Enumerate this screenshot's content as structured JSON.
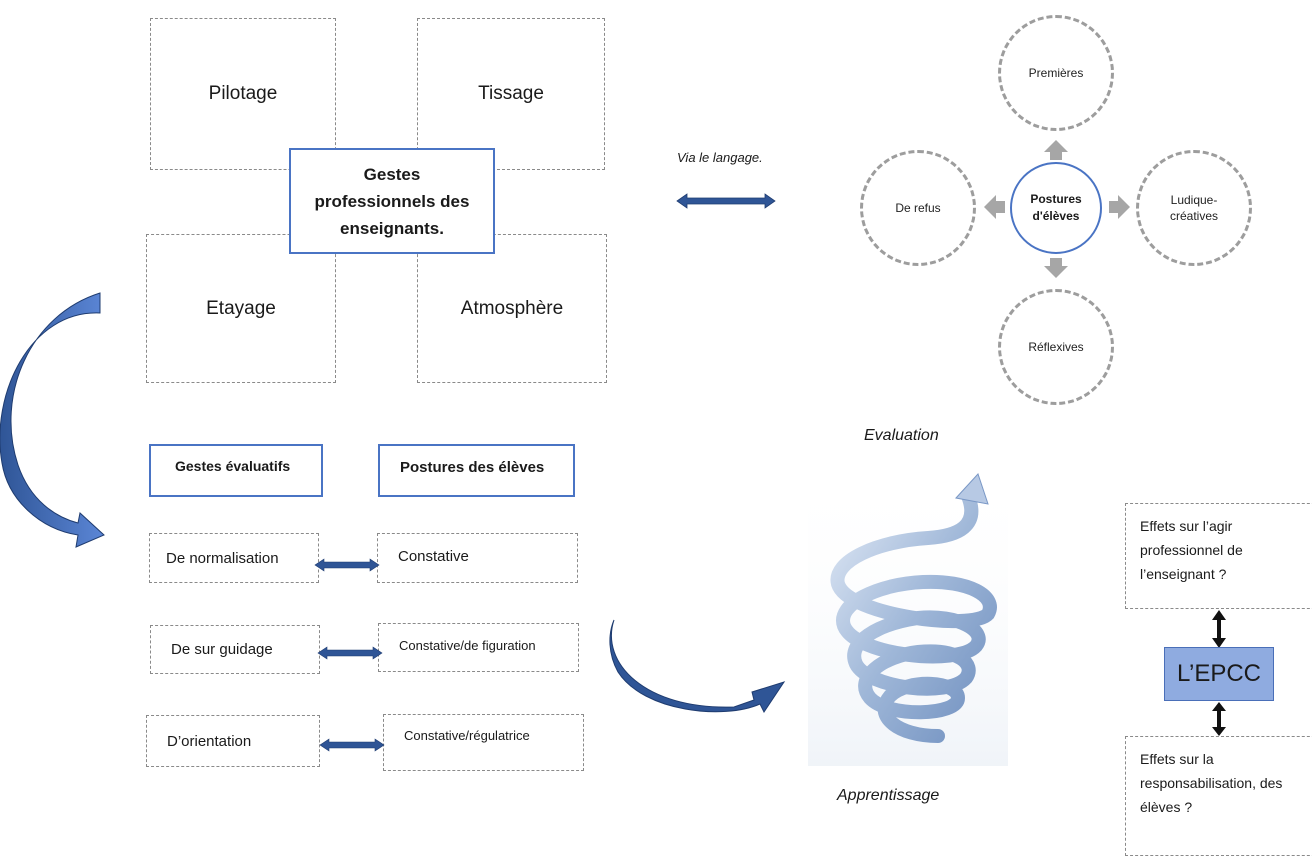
{
  "gestes": {
    "center": "Gestes professionnels des enseignants.",
    "quadrants": [
      "Pilotage",
      "Tissage",
      "Etayage",
      "Atmosphère"
    ]
  },
  "via_label": "Via le langage.",
  "postures_wheel": {
    "center": "Postures d'élèves",
    "top": "Premières",
    "left": "De refus",
    "right": "Ludique-créatives",
    "bottom": "Réflexives"
  },
  "table": {
    "header_left": "Gestes évaluatifs",
    "header_right": "Postures des élèves",
    "rows": [
      {
        "left": "De normalisation",
        "right": "Constative"
      },
      {
        "left": "De sur guidage",
        "right": "Constative/de figuration"
      },
      {
        "left": "D’orientation",
        "right": "Constative/régulatrice"
      }
    ]
  },
  "spiral": {
    "top_label": "Evaluation",
    "bottom_label": "Apprentissage"
  },
  "epcc": {
    "top_text": "Effets sur l’agir professionnel de l’enseignant ?",
    "center": "L’EPCC",
    "bottom_text": "Effets sur la responsabilisation, des élèves ?"
  },
  "colors": {
    "accent_blue": "#4a74c4",
    "arrow_blue": "#2f5596",
    "epcc_fill": "#8fabe0",
    "dash_gray": "#9d9d9d"
  }
}
